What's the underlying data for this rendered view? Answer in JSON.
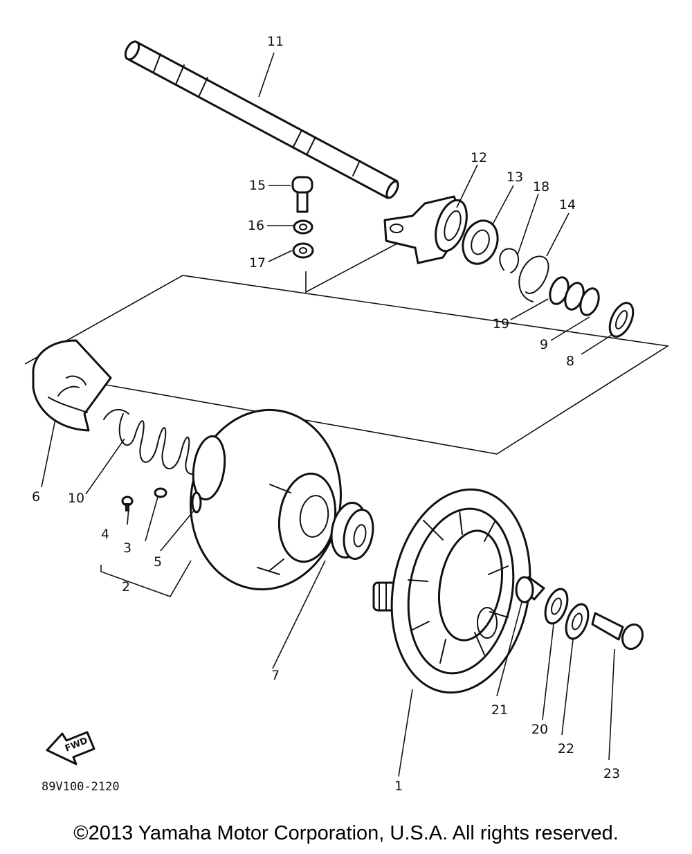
{
  "diagram": {
    "drawing_code": "89V100-2120",
    "fwd_label": "FWD",
    "callouts": [
      "1",
      "2",
      "3",
      "4",
      "5",
      "6",
      "7",
      "8",
      "9",
      "10",
      "11",
      "12",
      "13",
      "14",
      "15",
      "16",
      "17",
      "18",
      "19",
      "20",
      "21",
      "22",
      "23"
    ]
  },
  "footer": {
    "copyright": "©2013 Yamaha Motor Corporation, U.S.A. All rights reserved."
  }
}
